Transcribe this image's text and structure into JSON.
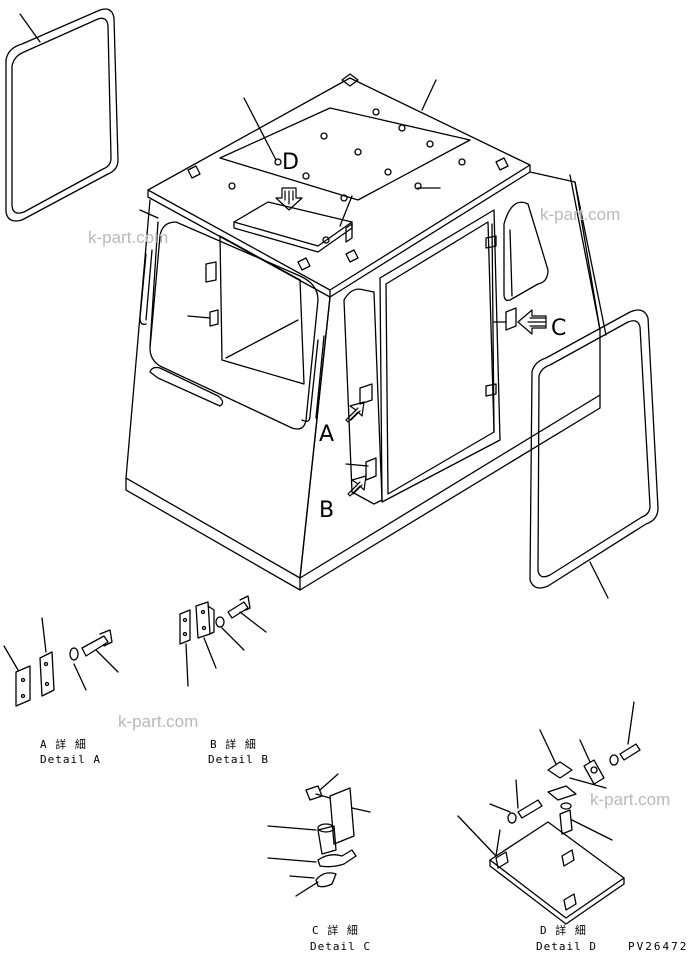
{
  "callouts": {
    "A": "A",
    "B": "B",
    "C": "C",
    "D": "D"
  },
  "details": {
    "a_jp": "A 詳 細",
    "a_en": "Detail A",
    "b_jp": "B 詳 細",
    "b_en": "Detail B",
    "c_jp": "C 詳 細",
    "c_en": "Detail C",
    "d_jp": "D 詳 細",
    "d_en": "Detail D"
  },
  "drawing_number": "PV26472",
  "watermark": "k-part.com",
  "colors": {
    "line": "#000000",
    "background": "#ffffff",
    "watermark": "#b9b9b9"
  }
}
